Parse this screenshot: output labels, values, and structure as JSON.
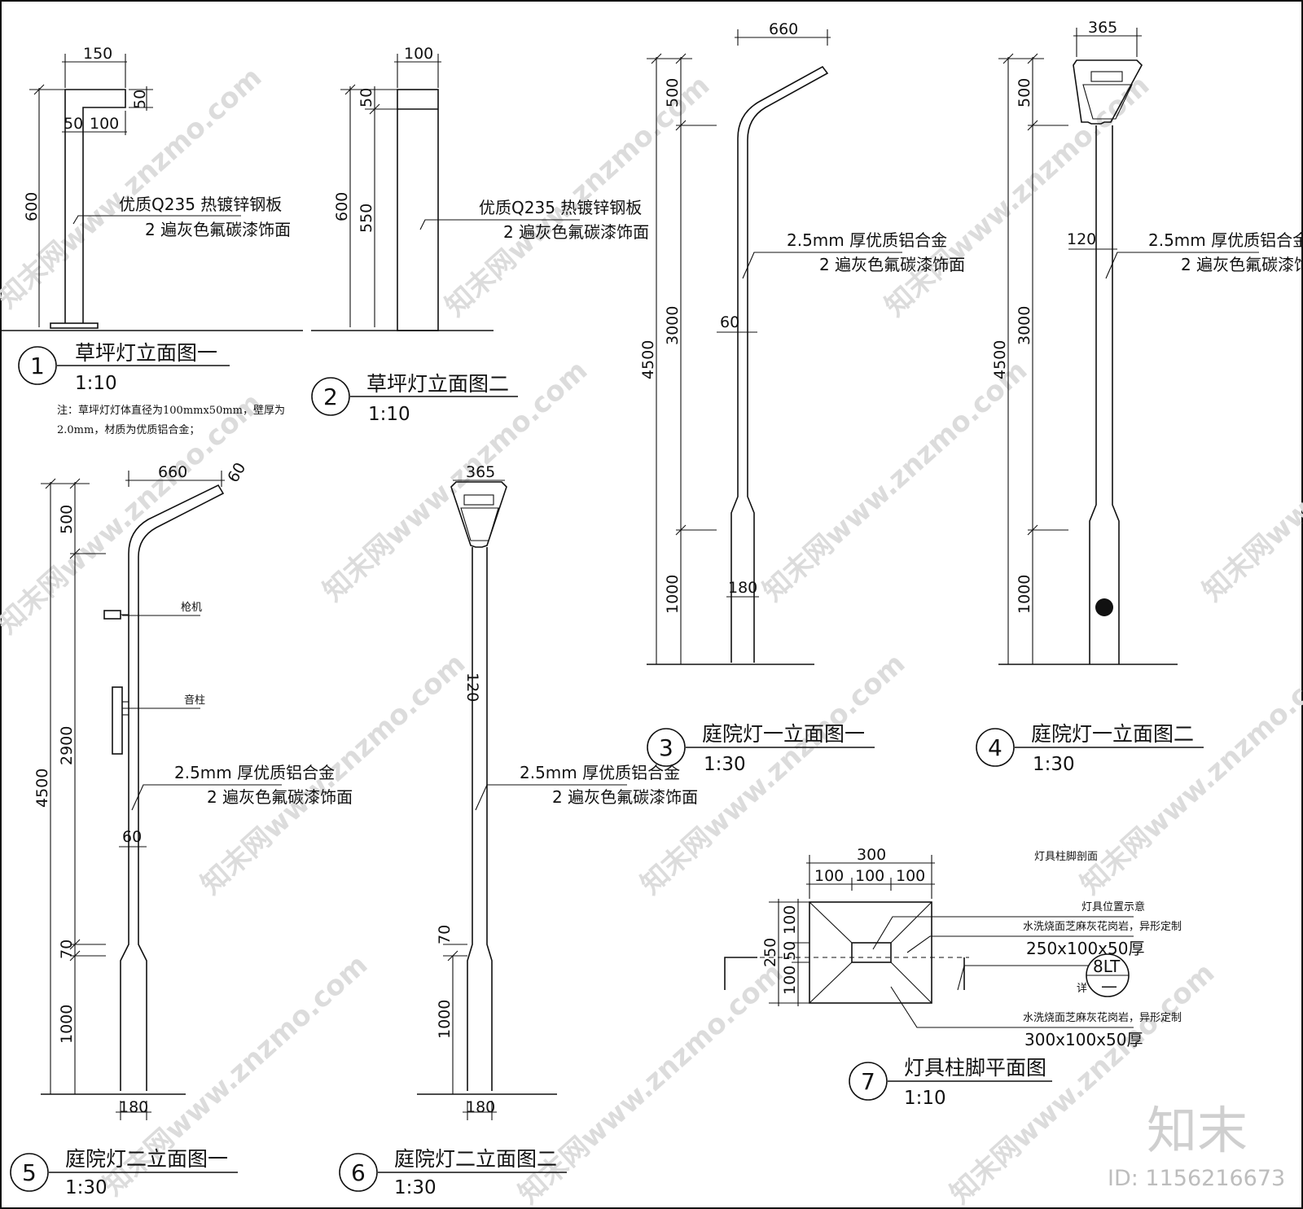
{
  "drawings": [
    {
      "id": "1",
      "title": "草坪灯立面图一",
      "scale": "1:10"
    },
    {
      "id": "2",
      "title": "草坪灯立面图二",
      "scale": "1:10"
    },
    {
      "id": "3",
      "title": "庭院灯一立面图一",
      "scale": "1:30"
    },
    {
      "id": "4",
      "title": "庭院灯一立面图二",
      "scale": "1:30"
    },
    {
      "id": "5",
      "title": "庭院灯二立面图一",
      "scale": "1:30"
    },
    {
      "id": "6",
      "title": "庭院灯二立面图二",
      "scale": "1:30"
    },
    {
      "id": "7",
      "title": "灯具柱脚平面图",
      "scale": "1:10"
    }
  ],
  "notes": {
    "d1_note_line1": "注：草坪灯灯体直径为100mmx50mm，壁厚为",
    "d1_note_line2": "2.0mm，材质为优质铝合金；",
    "steel_spec": "优质Q235 热镀锌钢板",
    "alu_spec": "2.5mm 厚优质铝合金",
    "paint_spec": "2 遍灰色氟碳漆饰面",
    "camera": "枪机",
    "speaker": "音柱",
    "base_section_title": "灯具柱脚剖面",
    "lamp_position": "灯具位置示意",
    "granite_1": "水洗烧面芝麻灰花岗岩，异形定制",
    "granite_1_size": "250x100x50厚",
    "granite_2": "水洗烧面芝麻灰花岗岩，异形定制",
    "granite_2_size": "300x100x50厚",
    "detail_ref": "8LT",
    "detail_ref_sub": "—",
    "detail_prefix": "详"
  },
  "dims": {
    "d1_width": "150",
    "d1_top": "50",
    "d1_split_a": "50",
    "d1_split_b": "100",
    "d1_height": "600",
    "d2_width": "100",
    "d2_cap": "50",
    "d2_height": "600",
    "d2_body": "550",
    "d3_reach": "660",
    "d3_top": "500",
    "d3_total": "4500",
    "d3_mid": "3000",
    "d3_base": "1000",
    "d3_dia": "60",
    "d3_base_dia": "180",
    "d4_width": "365",
    "d4_top": "500",
    "d4_total": "4500",
    "d4_mid": "3000",
    "d4_base": "1000",
    "d4_dia": "120",
    "d5_reach": "660",
    "d5_tip": "60",
    "d5_top": "500",
    "d5_total": "4500",
    "d5_mid": "2900",
    "d5_step": "70",
    "d5_base": "1000",
    "d5_dia": "60",
    "d5_base_dia": "180",
    "d6_width": "365",
    "d6_dia": "120",
    "d6_step": "70",
    "d6_base": "1000",
    "d6_base_dia": "180",
    "d7_total_w": "300",
    "d7_w1": "100",
    "d7_w2": "100",
    "d7_w3": "100",
    "d7_total_h": "250",
    "d7_h1": "100",
    "d7_h2": "50",
    "d7_h3": "100"
  },
  "watermark": {
    "text": "知末网www.znzmo.com",
    "logo": "知末",
    "id_label": "ID: 1156216673"
  }
}
